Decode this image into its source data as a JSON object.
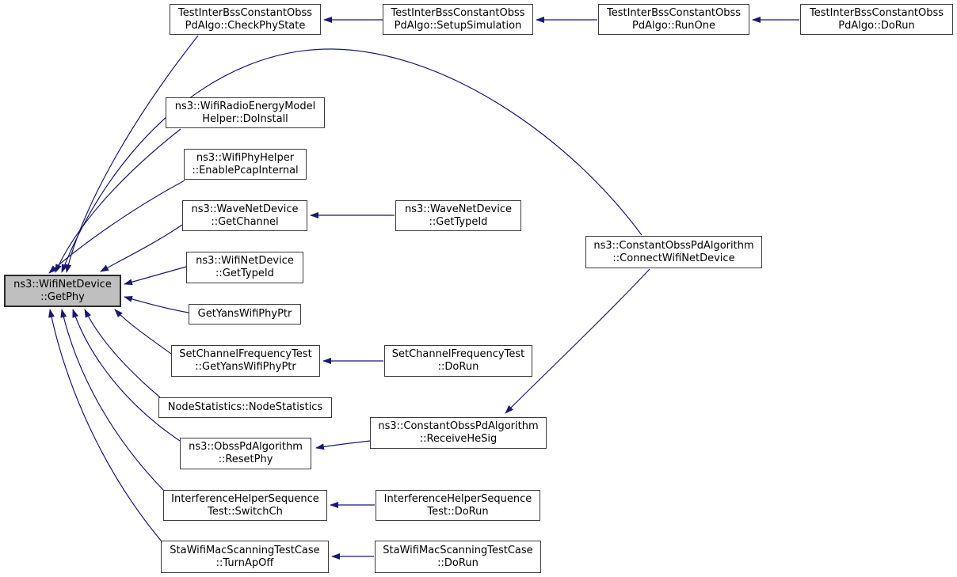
{
  "diagram": {
    "type": "call-graph",
    "focus_function": "ns3::WifiNetDevice::GetPhy",
    "colors": {
      "edge": "#191970",
      "node_fill": "#ffffff",
      "node_border": "#3c3c3c",
      "focus_node_fill": "#bfbfbf",
      "text": "#000000",
      "background": "#ffffff"
    }
  },
  "nodes": {
    "test_check_phy_state": {
      "label": "TestInterBssConstantObss\nPdAlgo::CheckPhyState"
    },
    "test_setup_simulation": {
      "label": "TestInterBssConstantObss\nPdAlgo::SetupSimulation"
    },
    "test_run_one": {
      "label": "TestInterBssConstantObss\nPdAlgo::RunOne"
    },
    "test_do_run": {
      "label": "TestInterBssConstantObss\nPdAlgo::DoRun"
    },
    "wifi_get_phy": {
      "label": "ns3::WifiNetDevice\n::GetPhy"
    },
    "energy_do_install": {
      "label": "ns3::WifiRadioEnergyModel\nHelper::DoInstall"
    },
    "phy_helper_enable_pcap": {
      "label": "ns3::WifiPhyHelper\n::EnablePcapInternal"
    },
    "wave_get_channel": {
      "label": "ns3::WaveNetDevice\n::GetChannel"
    },
    "wave_get_type_id": {
      "label": "ns3::WaveNetDevice\n::GetTypeId"
    },
    "wifi_get_type_id": {
      "label": "ns3::WifiNetDevice\n::GetTypeId"
    },
    "get_yans_wifi_phy_ptr": {
      "label": "GetYansWifiPhyPtr"
    },
    "scft_get_yans": {
      "label": "SetChannelFrequencyTest\n::GetYansWifiPhyPtr"
    },
    "scft_do_run": {
      "label": "SetChannelFrequencyTest\n::DoRun"
    },
    "node_statistics": {
      "label": "NodeStatistics::NodeStatistics"
    },
    "obss_reset_phy": {
      "label": "ns3::ObssPdAlgorithm\n::ResetPhy"
    },
    "const_receive_he_sig": {
      "label": "ns3::ConstantObssPdAlgorithm\n::ReceiveHeSig"
    },
    "const_connect": {
      "label": "ns3::ConstantObssPdAlgorithm\n::ConnectWifiNetDevice"
    },
    "interf_switch_ch": {
      "label": "InterferenceHelperSequence\nTest::SwitchCh"
    },
    "interf_do_run": {
      "label": "InterferenceHelperSequence\nTest::DoRun"
    },
    "sta_turn_ap_off": {
      "label": "StaWifiMacScanningTestCase\n::TurnApOff"
    },
    "sta_do_run": {
      "label": "StaWifiMacScanningTestCase\n::DoRun"
    }
  },
  "edges": [
    {
      "from": "test_setup_simulation",
      "to": "test_check_phy_state"
    },
    {
      "from": "test_run_one",
      "to": "test_setup_simulation"
    },
    {
      "from": "test_do_run",
      "to": "test_run_one"
    },
    {
      "from": "test_check_phy_state",
      "to": "wifi_get_phy"
    },
    {
      "from": "const_connect",
      "to": "wifi_get_phy"
    },
    {
      "from": "energy_do_install",
      "to": "wifi_get_phy"
    },
    {
      "from": "phy_helper_enable_pcap",
      "to": "wifi_get_phy"
    },
    {
      "from": "wave_get_channel",
      "to": "wifi_get_phy"
    },
    {
      "from": "wave_get_type_id",
      "to": "wave_get_channel"
    },
    {
      "from": "wifi_get_type_id",
      "to": "wifi_get_phy"
    },
    {
      "from": "get_yans_wifi_phy_ptr",
      "to": "wifi_get_phy"
    },
    {
      "from": "scft_get_yans",
      "to": "wifi_get_phy"
    },
    {
      "from": "scft_do_run",
      "to": "scft_get_yans"
    },
    {
      "from": "node_statistics",
      "to": "wifi_get_phy"
    },
    {
      "from": "obss_reset_phy",
      "to": "wifi_get_phy"
    },
    {
      "from": "const_receive_he_sig",
      "to": "obss_reset_phy"
    },
    {
      "from": "const_connect",
      "to": "const_receive_he_sig"
    },
    {
      "from": "interf_switch_ch",
      "to": "wifi_get_phy"
    },
    {
      "from": "interf_do_run",
      "to": "interf_switch_ch"
    },
    {
      "from": "sta_turn_ap_off",
      "to": "wifi_get_phy"
    },
    {
      "from": "sta_do_run",
      "to": "sta_turn_ap_off"
    }
  ]
}
